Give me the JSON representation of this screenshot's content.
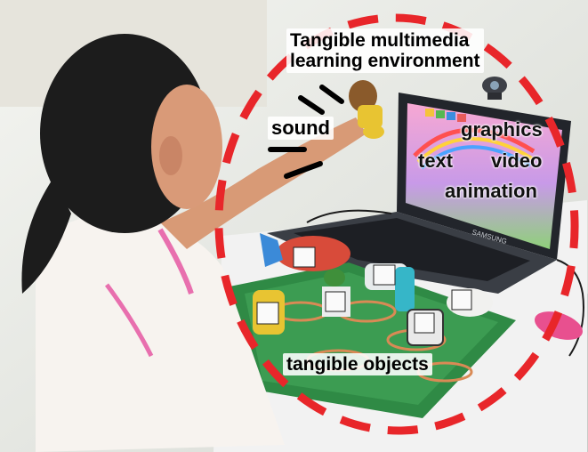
{
  "figure": {
    "title_line1": "Tangible multimedia",
    "title_line2": "learning environment",
    "labels": {
      "sound": "sound",
      "graphics": "graphics",
      "text": "text",
      "video": "video",
      "animation": "animation",
      "tangible_objects": "tangible objects"
    },
    "laptop_brand": "SAMSUNG"
  },
  "colors": {
    "dashed_ellipse": "#e8262a",
    "wall": "#eceeea",
    "laptop_body": "#2a2d33",
    "screen_sky": "#f2a9d6",
    "board_green": "#2f8a45",
    "mouse_pink": "#e8508f"
  }
}
